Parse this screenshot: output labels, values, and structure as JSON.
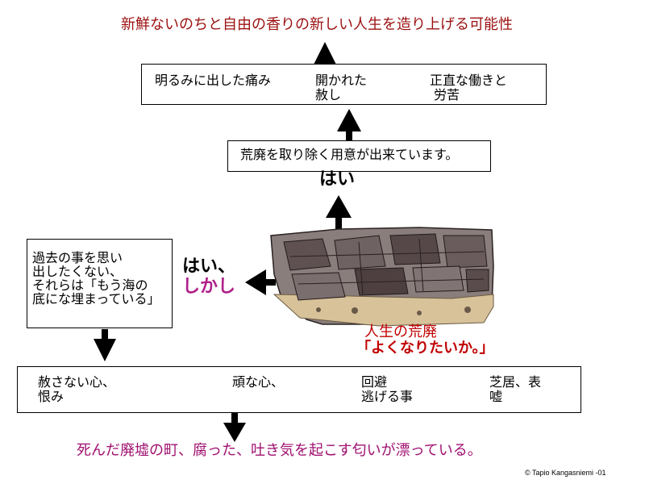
{
  "top_goal": "新鮮ないのちと自由の香りの新しい人生を造り上げる可能性",
  "outcomes": {
    "item1": "明るみに出した痛み",
    "item2_line1": "開かれた",
    "item2_line2": "赦し",
    "item3_line1": "正直な働きと",
    "item3_line2": "労苦"
  },
  "willing": "荒廃を取り除く用意が出来ています。",
  "yes": "はい",
  "yes_but_1": "はい、",
  "yes_but_2": "しかし",
  "left_box": {
    "line1": "過去の事を思い",
    "line2": "出したくない、",
    "line3": "それらは「もう海の",
    "line4": "底にな埋まっている」"
  },
  "ruins_caption": {
    "line1": "人生の荒廃",
    "line2": "「よくなりたいか。」"
  },
  "obstacles": {
    "item1_line1": "赦さない心、",
    "item1_line2": "恨み",
    "item2": "頑な心、",
    "item3_line1": "回避",
    "item3_line2": "逃げる事",
    "item4_line1": "芝居、表",
    "item4_line2": "嘘"
  },
  "bottom_result": "死んだ廃墟の町、腐った、吐き気を起こす匂いが漂っている。",
  "copyright": "© Tapio Kangasniemi -01",
  "colors": {
    "title": "#9c1010",
    "bottom": "#a01070",
    "caption": "#c00000",
    "but": "#b0208a"
  }
}
